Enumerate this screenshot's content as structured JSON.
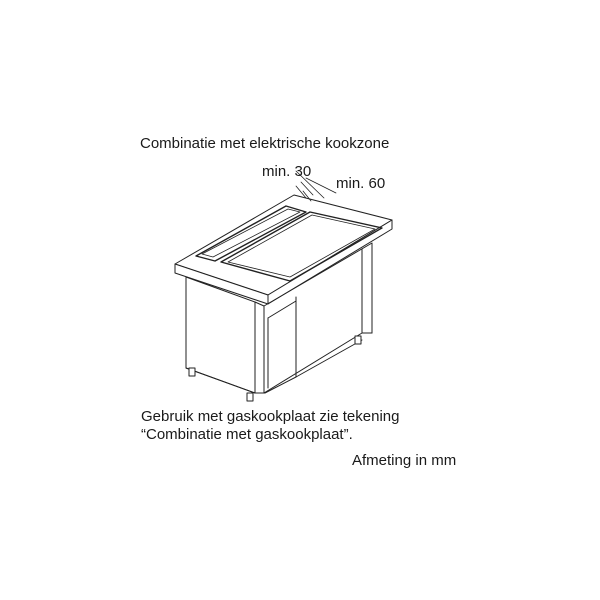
{
  "diagram": {
    "title": "Combinatie met elektrische kookzone",
    "dimensions": {
      "min30": "min. 30",
      "min60": "min. 60"
    },
    "note_line1": "Gebruik met gaskookplaat zie tekening",
    "note_line2": "“Combinatie met gaskookplaat”.",
    "units": "Afmeting in mm"
  }
}
